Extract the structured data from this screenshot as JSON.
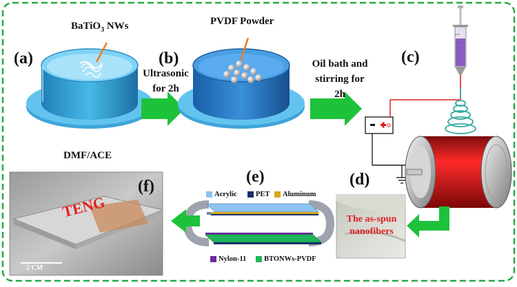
{
  "panels": {
    "a": "(a)",
    "b": "(b)",
    "c": "(c)",
    "d": "(d)",
    "e": "(e)",
    "f": "(f)"
  },
  "labels": {
    "batio3_main": "BaTiO",
    "batio3_sub": "3",
    "batio3_tail": " NWs",
    "pvdf_powder": "PVDF Powder",
    "solvent": "DMF/ACE",
    "ultrasonic_line1": "Ultrasonic",
    "ultrasonic_line2": "for 2h",
    "oil_line1": "Oil bath and",
    "oil_line2": "stirring for",
    "oil_line3": "2h"
  },
  "power_supply": {
    "minus": "−",
    "plus": "+"
  },
  "legend_top": [
    "Acrylic",
    "PET",
    "Aluminum"
  ],
  "legend_bottom": [
    "Nylon-11",
    "BTONWs-PVDF"
  ],
  "photo_f": {
    "text": "TENG",
    "scale": "2 CM"
  },
  "photo_d": {
    "line1": "The as-spun",
    "line2": "nanofibers"
  },
  "colors": {
    "arrow": "#1ec23a",
    "frame": "#27a843",
    "acrylic": "#8cc3f0",
    "pet": "#1a2e6b",
    "aluminum": "#d8a81c",
    "nylon": "#6a2ca0",
    "btonws": "#1fb55a",
    "drum": "#d81818"
  }
}
